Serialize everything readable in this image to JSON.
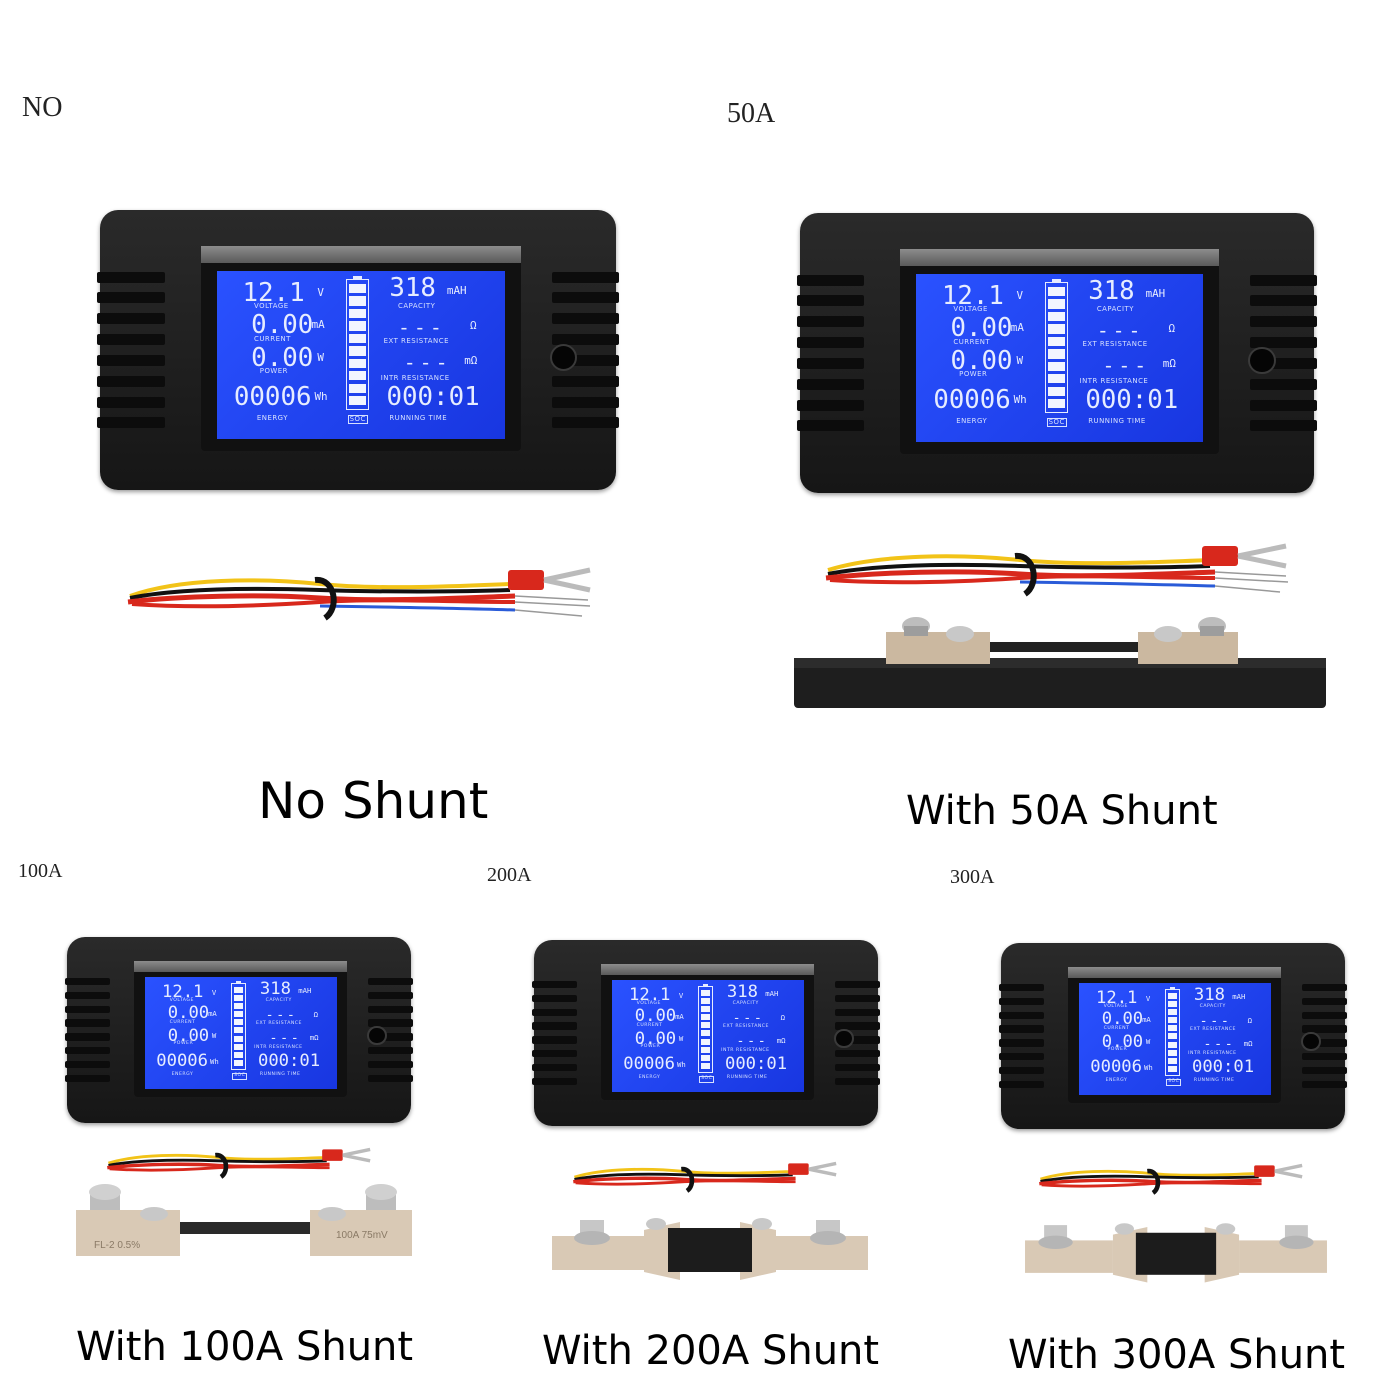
{
  "tags": {
    "no": "NO",
    "a50": "50A",
    "a100": "100A",
    "a200": "200A",
    "a300": "300A"
  },
  "captions": {
    "no": "No Shunt",
    "a50": "With 50A Shunt",
    "a100": "With 100A Shunt",
    "a200": "With 200A Shunt",
    "a300": "With 300A Shunt"
  },
  "display": {
    "voltage_value": "12.1",
    "voltage_unit": "V",
    "voltage_label": "VOLTAGE",
    "current_value": "0.00",
    "current_unit": "mA",
    "current_label": "CURRENT",
    "power_value": "0.00",
    "power_unit": "W",
    "power_label": "POWER",
    "energy_value": "00006",
    "energy_unit": "Wh",
    "energy_label": "ENERGY",
    "capacity_value": "318",
    "capacity_unit": "mAH",
    "capacity_label": "CAPACITY",
    "ext_value": "---",
    "ext_unit": "Ω",
    "ext_label": "EXT RESISTANCE",
    "intr_value": "---",
    "intr_unit": "mΩ",
    "intr_label": "INTR RESISTANCE",
    "time_value": "000:01",
    "time_label": "RUNNING TIME",
    "soc_label": "SOC"
  },
  "shunt_prints": {
    "s100_left": "FL-2 0.5%",
    "s100_right": "100A 75mV"
  },
  "colors": {
    "lcd": "#1e3ef0",
    "meter": "#1a1a1a",
    "wire_red": "#d8281c",
    "wire_yellow": "#f2c318",
    "wire_black": "#111111",
    "wire_blue": "#2a5bd8"
  }
}
